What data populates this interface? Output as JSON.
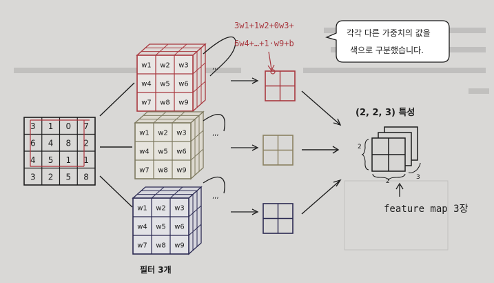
{
  "input_matrix": [
    [
      "3",
      "1",
      "0",
      "7"
    ],
    [
      "6",
      "4",
      "8",
      "2"
    ],
    [
      "4",
      "5",
      "1",
      "1"
    ],
    [
      "3",
      "2",
      "5",
      "8"
    ]
  ],
  "filter_weights": [
    "w1",
    "w2",
    "w3",
    "w4",
    "w5",
    "w6",
    "w7",
    "w8",
    "w9"
  ],
  "filter_caption": "필터 3개",
  "handwritten_formula": [
    "3w1+1w2+0w3+",
    "6w4+…+1·w9+b"
  ],
  "callout_text": [
    "각각 다른 가중치의 값을",
    "색으로 구분했습니다."
  ],
  "output_label": "(2, 2, 3) 특성",
  "dim_labels": {
    "side": "2",
    "bottom": "2",
    "depth": "3"
  },
  "feature_map_note": "feature map 3장",
  "colors": {
    "filter_red": "#a8373e",
    "filter_olive": "#7e7a60",
    "filter_navy": "#2b2a52",
    "ink": "#1c1c1c"
  }
}
